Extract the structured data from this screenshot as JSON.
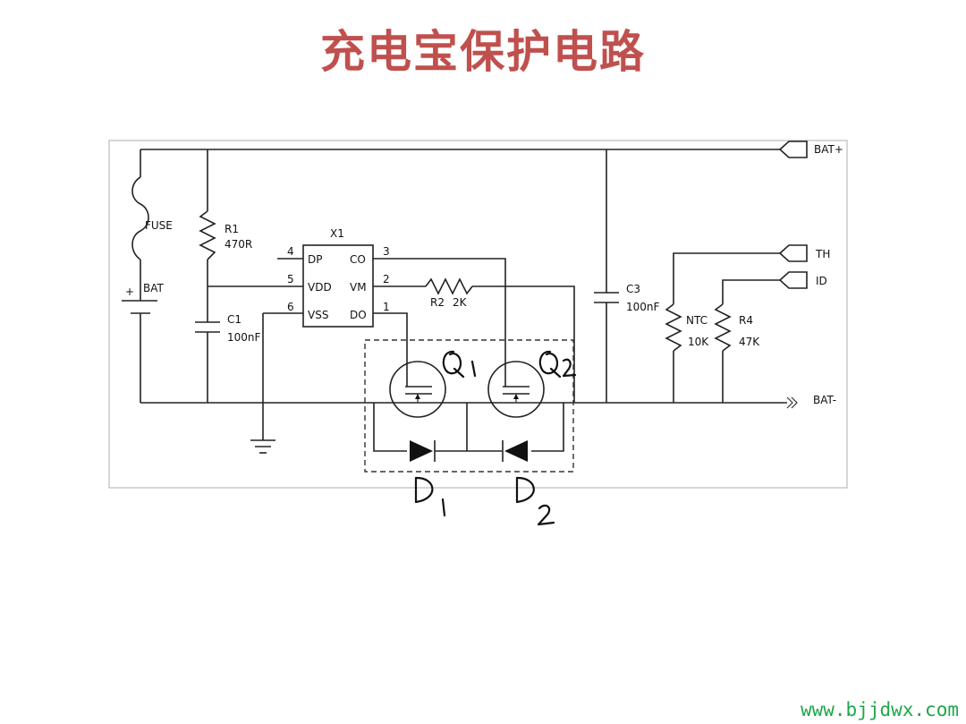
{
  "title": "充电宝保护电路",
  "watermark": "www.bjjdwx.com",
  "colors": {
    "title": "#c0504d",
    "watermark": "#1fa64a",
    "wire": "#222222"
  },
  "components": {
    "fuse": "FUSE",
    "battery": {
      "name": "BAT",
      "plus": "+"
    },
    "r1": {
      "ref": "R1",
      "value": "470R"
    },
    "c1": {
      "ref": "C1",
      "value": "100nF"
    },
    "ic": {
      "ref": "X1",
      "pins": [
        {
          "num": "4",
          "name": "DP"
        },
        {
          "num": "5",
          "name": "VDD"
        },
        {
          "num": "6",
          "name": "VSS"
        },
        {
          "num": "3",
          "name": "CO"
        },
        {
          "num": "2",
          "name": "VM"
        },
        {
          "num": "1",
          "name": "DO"
        }
      ]
    },
    "r2": {
      "ref": "R2",
      "value": "2K"
    },
    "c3": {
      "ref": "C3",
      "value": "100nF"
    },
    "ntc": {
      "ref": "NTC",
      "value": "10K"
    },
    "r4": {
      "ref": "R4",
      "value": "47K"
    }
  },
  "terminals": [
    "BAT+",
    "TH",
    "ID",
    "BAT-"
  ],
  "handwritten": [
    "Q1",
    "Q2",
    "D1",
    "D2"
  ]
}
